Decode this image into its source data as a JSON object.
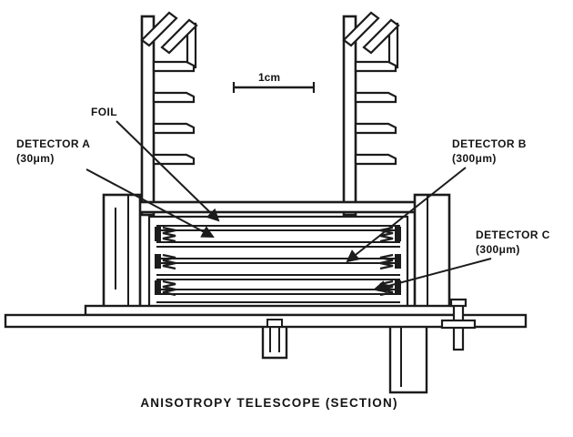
{
  "diagram": {
    "caption": "ANISOTROPY TELESCOPE (SECTION)",
    "scale": {
      "label": "1cm"
    },
    "labels": {
      "foil": "FOIL",
      "detector_a_name": "DETECTOR A",
      "detector_a_size": "(30μm)",
      "detector_b_name": "DETECTOR B",
      "detector_b_size": "(300μm)",
      "detector_c_name": "DETECTOR C",
      "detector_c_size": "(300μm)"
    },
    "colors": {
      "ink": "#1c1c1c",
      "background": "#ffffff"
    }
  }
}
